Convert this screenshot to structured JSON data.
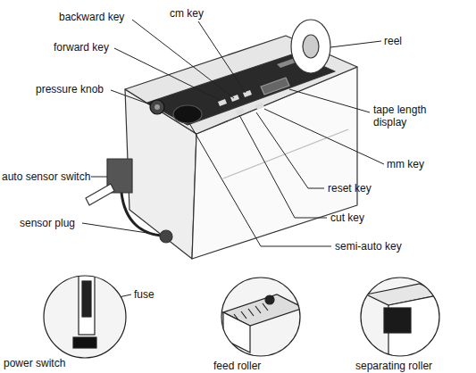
{
  "diagram": {
    "labels": [
      "backward key",
      "cm key",
      "reel",
      "forward key",
      "pressure knob",
      "tape length display",
      "mm key",
      "auto sensor switch",
      "reset key",
      "cut key",
      "sensor plug",
      "semi-auto key",
      "fuse",
      "power switch",
      "feed roller",
      "separating roller"
    ]
  }
}
